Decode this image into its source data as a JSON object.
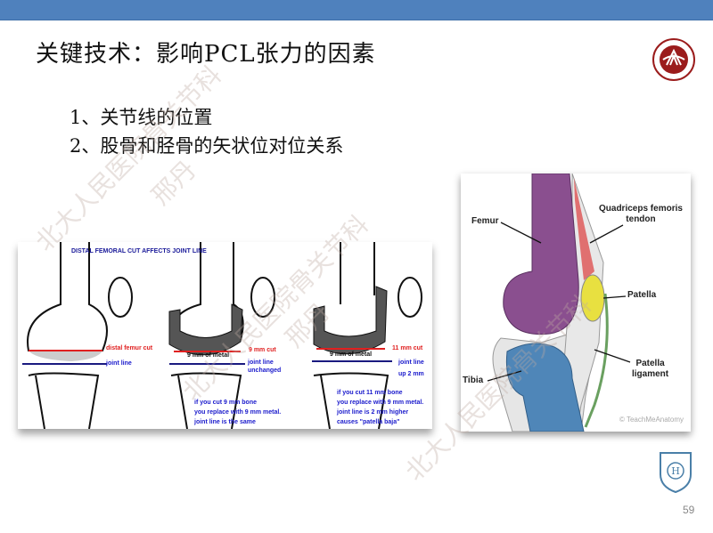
{
  "slide": {
    "title": "关键技术：影响PCL张力的因素",
    "items": [
      "1、关节线的位置",
      "2、股骨和胫骨的矢状位对位关系"
    ],
    "page_number": "59",
    "accent_color": "#4f81bd",
    "logos": [
      "peking-university-seal",
      "peking-university-peoples-hospital-emblem"
    ]
  },
  "figure_left": {
    "title": "DISTAL FEMORAL CUT AFFECTS JOINT LINE",
    "panel1": {
      "cut_label": "distal femur cut",
      "joint_label": "joint line"
    },
    "panel2": {
      "cut_label": "9 mm cut",
      "metal_label": "9 mm of metal",
      "joint_label_1": "joint line",
      "joint_label_2": "unchanged",
      "notes": [
        "if you cut 9 mm bone",
        "you replace with 9 mm metal.",
        "joint line is the same"
      ]
    },
    "panel3": {
      "cut_label": "11 mm cut",
      "metal_label": "9 mm of metal",
      "joint_label_1": "joint line",
      "joint_label_2": "up 2 mm",
      "notes": [
        "if you cut 11 mm bone",
        "you replace with 9 mm metal.",
        "joint line is 2 mm higher",
        "causes \"patella baja\""
      ]
    }
  },
  "figure_right": {
    "labels": {
      "femur": "Femur",
      "quadriceps_1": "Quadriceps femoris",
      "quadriceps_2": "tendon",
      "patella": "Patella",
      "ligament_1": "Patella",
      "ligament_2": "ligament",
      "tibia": "Tibia"
    },
    "credit": "TeachMeAnatomy"
  },
  "watermark": {
    "line1": "北大人民医院骨关节科",
    "line2": "邢丹"
  }
}
